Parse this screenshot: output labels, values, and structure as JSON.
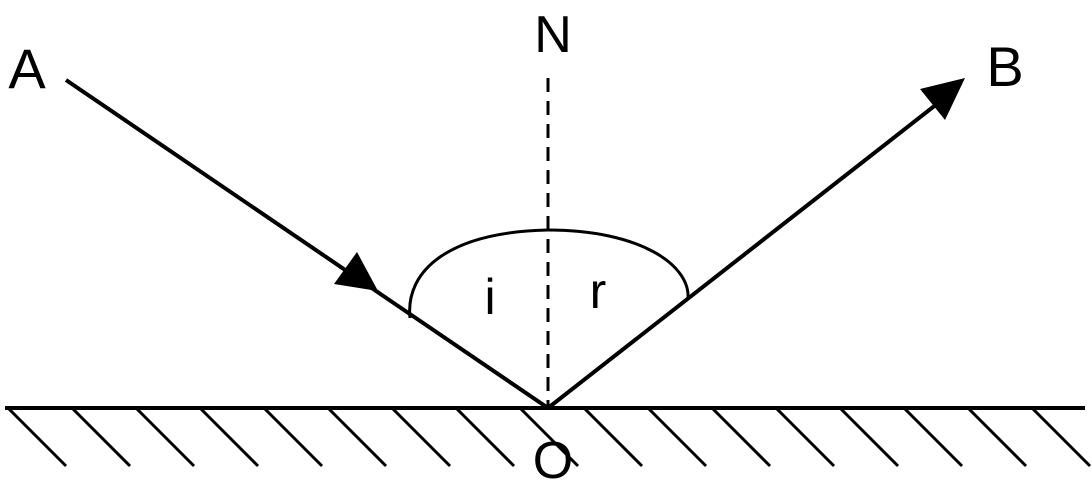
{
  "diagram": {
    "labels": {
      "normal": "N",
      "incident_start": "A",
      "reflected_end": "B",
      "point_of_incidence": "O",
      "angle_incidence": "i",
      "angle_reflection": "r"
    },
    "colors": {
      "ink": "#000000",
      "background": "#ffffff"
    }
  }
}
